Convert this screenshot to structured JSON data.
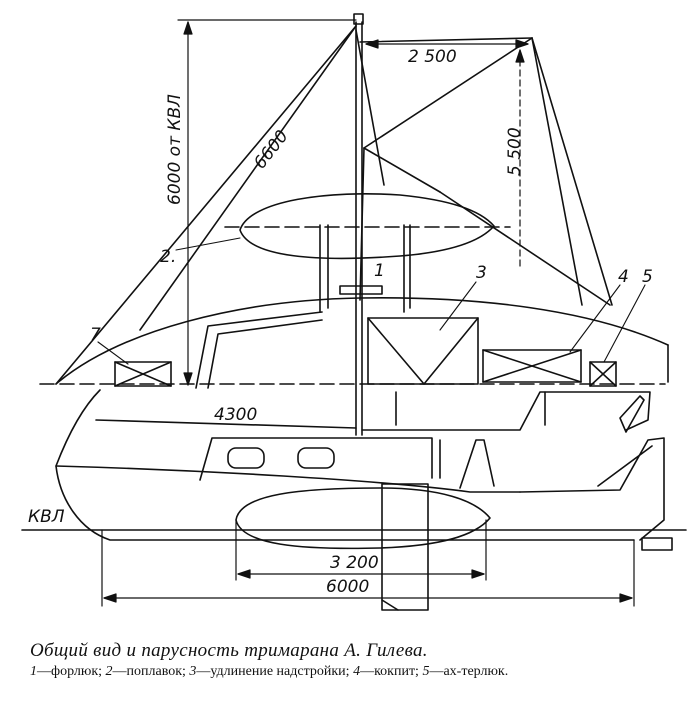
{
  "drawing": {
    "dim_height": "6000 от КВЛ",
    "dim_luff": "6600",
    "dim_gaff": "2 500",
    "dim_leech": "5 500",
    "dim_deck": "4300",
    "dim_float": "3 200",
    "dim_overall": "6000",
    "waterline": "КВЛ",
    "callout_1": "1",
    "callout_2": "2.",
    "callout_3": "3",
    "callout_4": "4",
    "callout_5": "5",
    "callout_7": "7"
  },
  "caption": {
    "title": "Общий вид и парусность тримарана А. Гилева.",
    "legend": [
      {
        "num": "1",
        "text": "—форлюк; "
      },
      {
        "num": "2",
        "text": "—поплавок; "
      },
      {
        "num": "3",
        "text": "—удлинение надстройки; "
      },
      {
        "num": "4",
        "text": "—кокпит; "
      },
      {
        "num": "5",
        "text": "—ах-терлюк."
      }
    ]
  }
}
